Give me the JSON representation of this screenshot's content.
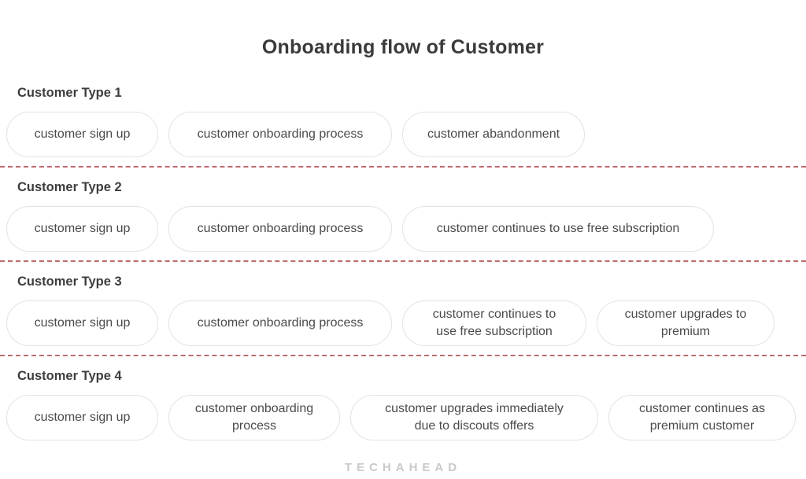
{
  "title": "Onboarding flow of Customer",
  "colors": {
    "divider_dash": "#bd6b6e",
    "pill_border": "#e3e3e3",
    "heading_text": "#3d3d3d",
    "pill_text": "#4a4a4a",
    "logo_text": "#c9c9c9"
  },
  "sections": [
    {
      "label": "Customer Type 1",
      "pills": [
        "customer sign up",
        "customer onboarding process",
        "customer abandonment"
      ]
    },
    {
      "label": "Customer Type 2",
      "pills": [
        "customer sign up",
        "customer onboarding process",
        "customer continues to use free subscription"
      ]
    },
    {
      "label": "Customer Type 3",
      "pills": [
        "customer sign up",
        "customer onboarding process",
        "customer continues to use free subscription",
        "customer upgrades to premium"
      ]
    },
    {
      "label": "Customer Type 4",
      "pills": [
        "customer sign up",
        "customer onboarding process",
        "customer upgrades immediately due to discouts offers",
        "customer continues as premium customer"
      ]
    }
  ],
  "logo": {
    "text": "TECHAHEAD"
  }
}
